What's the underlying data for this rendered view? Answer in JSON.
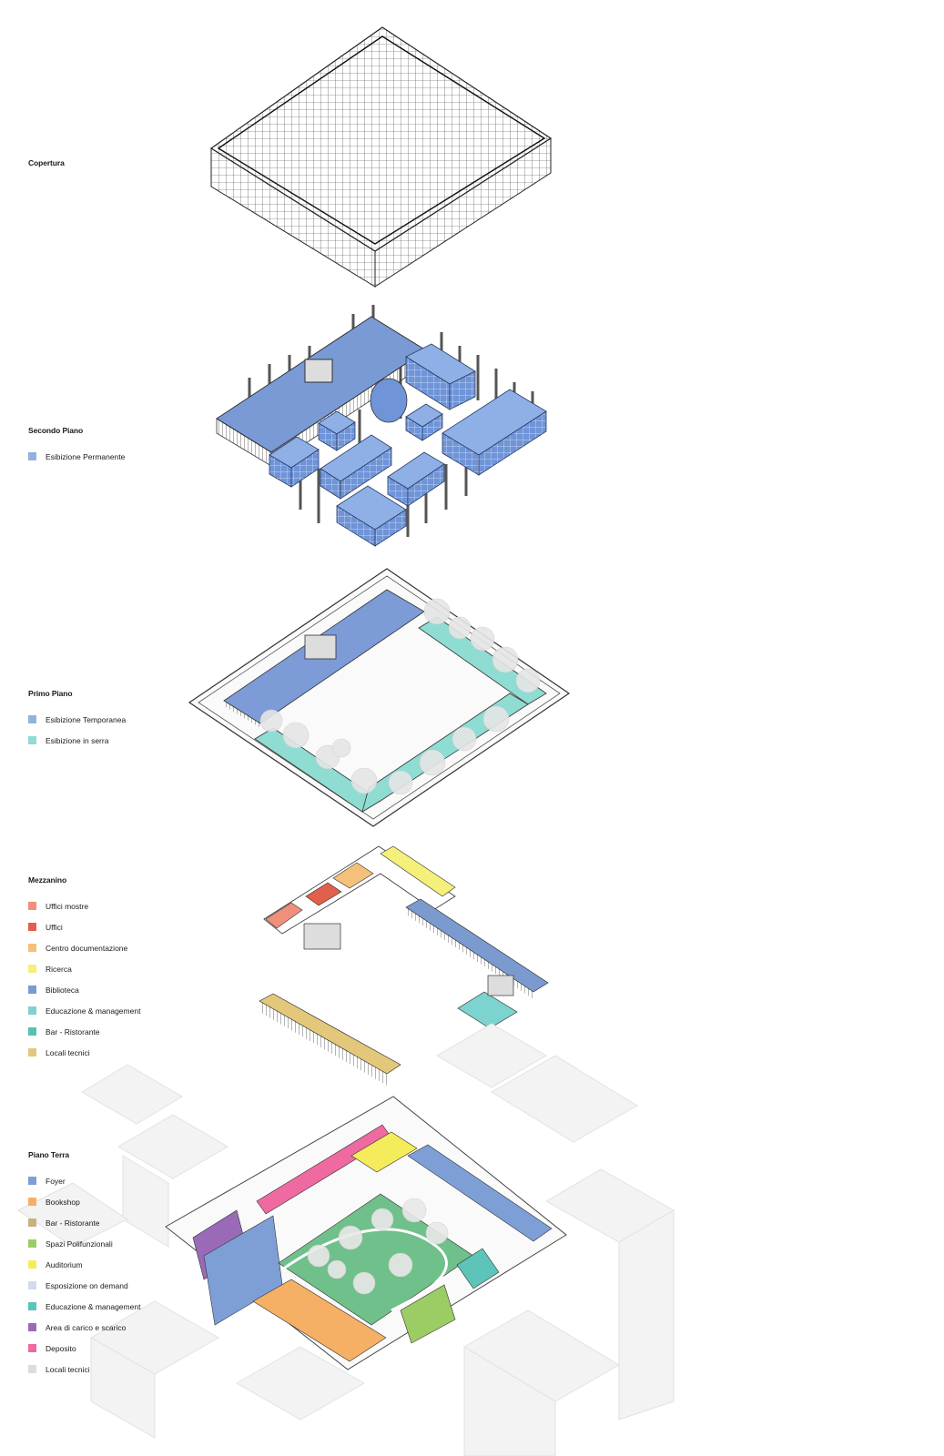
{
  "levels": [
    {
      "title": "Copertura",
      "items": []
    },
    {
      "title": "Secondo Piano",
      "items": [
        {
          "label": "Esibizione Permanente",
          "color": "#8fb3dd"
        }
      ]
    },
    {
      "title": "Primo Piano",
      "items": [
        {
          "label": "Esibizione Temporanea",
          "color": "#8fb3dd"
        },
        {
          "label": "Esibizione in serra",
          "color": "#8fdcd2"
        }
      ]
    },
    {
      "title": "Mezzanino",
      "items": [
        {
          "label": "Uffici mostre",
          "color": "#f0907a"
        },
        {
          "label": "Uffici",
          "color": "#e0604c"
        },
        {
          "label": "Centro documentazione",
          "color": "#f5c07a"
        },
        {
          "label": "Ricerca",
          "color": "#f5f07a"
        },
        {
          "label": "Biblioteca",
          "color": "#7b9bd0"
        },
        {
          "label": "Educazione & management",
          "color": "#7dd3cf"
        },
        {
          "label": "Bar - Ristorante",
          "color": "#58c2b0"
        },
        {
          "label": "Locali tecnici",
          "color": "#e3c77a"
        }
      ]
    },
    {
      "title": "Piano Terra",
      "items": [
        {
          "label": "Foyer",
          "color": "#7d9fd6"
        },
        {
          "label": "Bookshop",
          "color": "#f5b066"
        },
        {
          "label": "Bar - Ristorante",
          "color": "#c9b07e"
        },
        {
          "label": "Spazi Polifunzionali",
          "color": "#9ccc64"
        },
        {
          "label": "Auditorium",
          "color": "#f5ec5c"
        },
        {
          "label": "Esposizione on demand",
          "color": "#cfdcee"
        },
        {
          "label": "Educazione & management",
          "color": "#5cc4b8"
        },
        {
          "label": "Area di carico e scarico",
          "color": "#9a6ab8"
        },
        {
          "label": "Deposito",
          "color": "#ee6aa0"
        },
        {
          "label": "Locali tecnici",
          "color": "#dcdcdc"
        }
      ]
    }
  ]
}
